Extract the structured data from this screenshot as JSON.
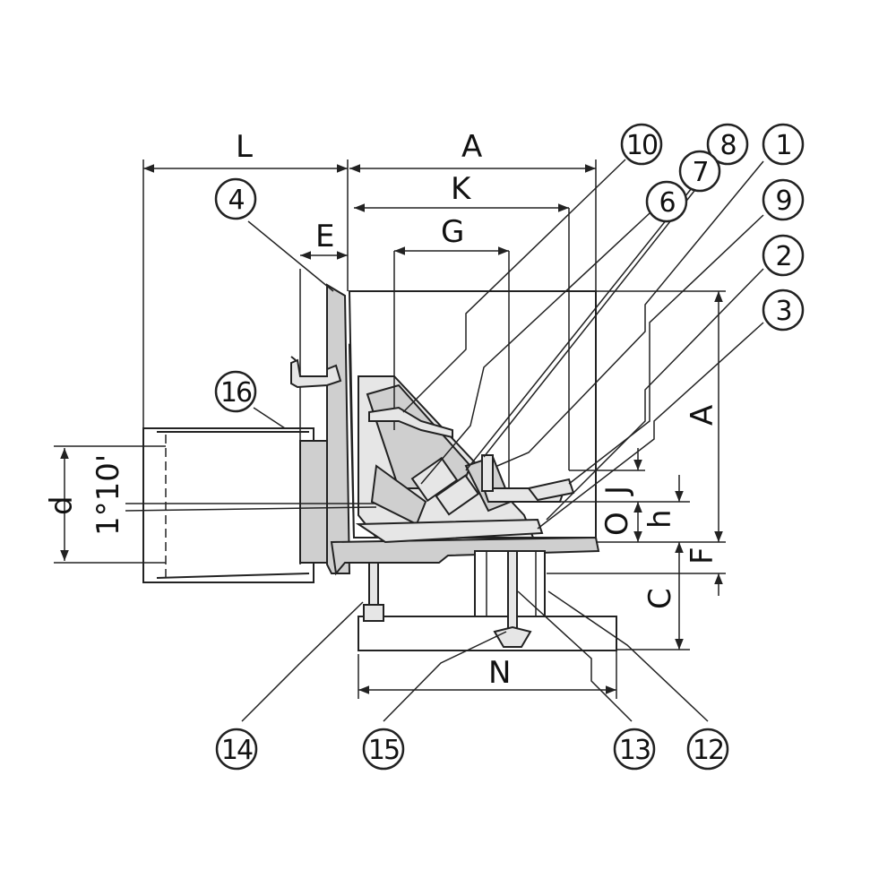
{
  "dimensions": {
    "L": "L",
    "A_top": "A",
    "K": "K",
    "G": "G",
    "E": "E",
    "A_side": "A",
    "d": "d",
    "slope": "1°10'",
    "O": "O",
    "J": "J",
    "h": "h",
    "F": "F",
    "C": "C",
    "N": "N"
  },
  "callouts": {
    "c1": "1",
    "c2": "2",
    "c3": "3",
    "c4": "4",
    "c6": "6",
    "c7": "7",
    "c8": "8",
    "c9": "9",
    "c10": "10",
    "c12": "12",
    "c13": "13",
    "c14": "14",
    "c15": "15",
    "c16": "16"
  }
}
